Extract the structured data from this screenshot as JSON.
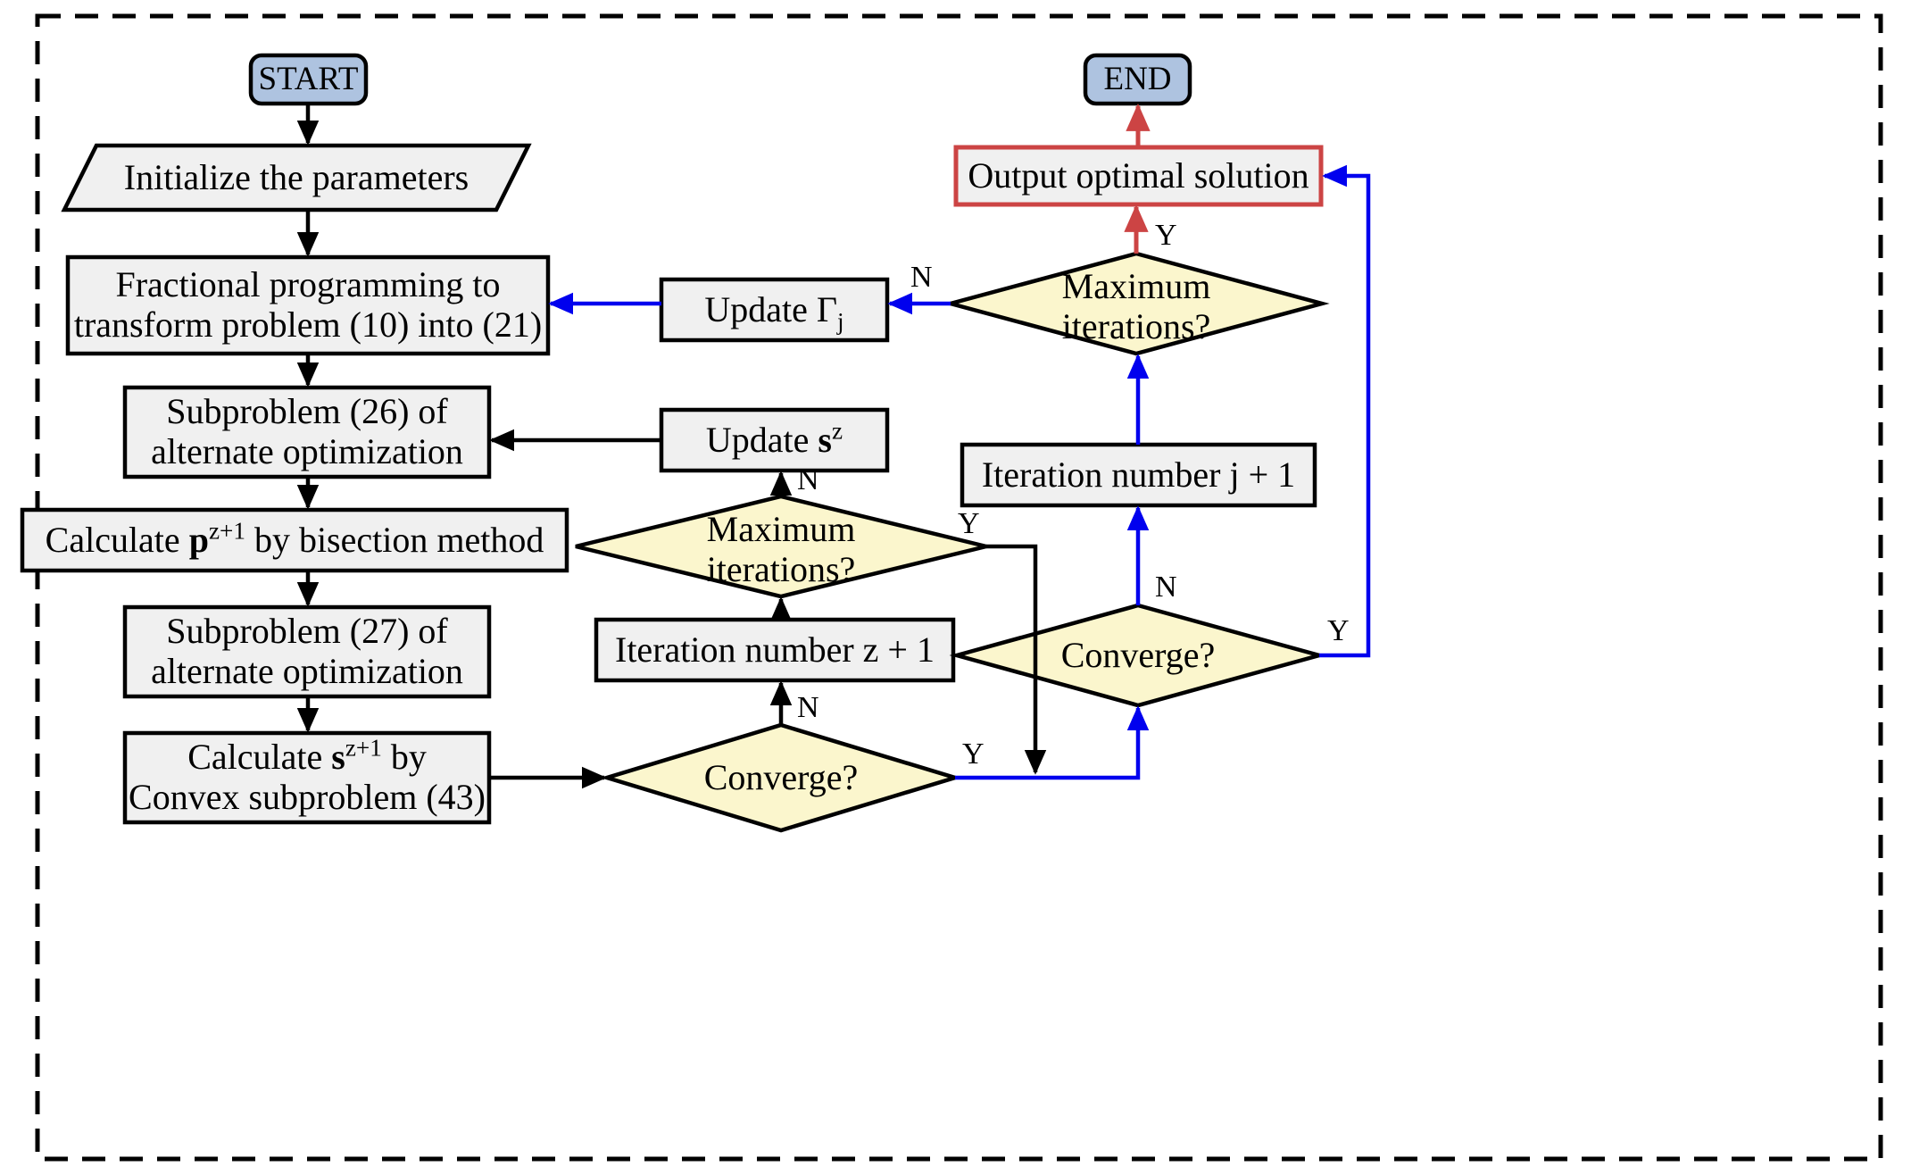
{
  "diagram": {
    "title": "Algorithm flowchart",
    "outer_border": "dashed",
    "colors": {
      "terminal_fill": "#aec3e0",
      "process_fill": "#f0f0f0",
      "decision_fill": "#fbf6cd",
      "stroke": "#000000",
      "accent_red": "#cc4444",
      "accent_blue": "#0000ee",
      "output_border": "#cc4444"
    },
    "nodes": {
      "start": {
        "label": "START",
        "shape": "rounded-terminal"
      },
      "init": {
        "label": "Initialize the parameters",
        "shape": "parallelogram"
      },
      "fractional": {
        "line1": "Fractional programming to",
        "line2": "transform problem (10) into (21)",
        "shape": "rect"
      },
      "subproblem26": {
        "line1": "Subproblem (26)  of",
        "line2": "alternate optimization",
        "shape": "rect"
      },
      "calc_p": {
        "pre": "Calculate ",
        "var": "p",
        "sup": "z+1",
        "post": " by bisection method",
        "shape": "rect"
      },
      "subproblem27": {
        "line1": "Subproblem (27)  of",
        "line2": "alternate optimization",
        "shape": "rect"
      },
      "calc_s": {
        "pre": "Calculate ",
        "var": "s",
        "sup": "z+1",
        "post": " by",
        "line2": "Convex subproblem (43)",
        "shape": "rect"
      },
      "converge_inner": {
        "label": "Converge?",
        "shape": "diamond"
      },
      "iter_z": {
        "label": "Iteration number z + 1",
        "shape": "rect"
      },
      "max_iter_inner": {
        "line1": "Maximum",
        "line2": "iterations?",
        "shape": "diamond"
      },
      "update_s": {
        "pre": "Update ",
        "var": "s",
        "sup": "z",
        "shape": "rect"
      },
      "update_gamma": {
        "pre": "Update ",
        "var": "Γ",
        "sub": "j",
        "shape": "rect"
      },
      "max_iter_outer": {
        "line1": "Maximum",
        "line2": "iterations?",
        "shape": "diamond"
      },
      "output": {
        "label": "Output optimal solution",
        "shape": "rect-highlight"
      },
      "end": {
        "label": "END",
        "shape": "rounded-terminal"
      },
      "iter_j": {
        "label": "Iteration number j + 1",
        "shape": "rect"
      },
      "converge_outer": {
        "label": "Converge?",
        "shape": "diamond"
      }
    },
    "edge_labels": {
      "converge_inner_no": "N",
      "converge_inner_yes": "Y",
      "max_iter_inner_no": "N",
      "max_iter_inner_yes": "Y",
      "max_iter_outer_no": "N",
      "max_iter_outer_yes": "Y",
      "converge_outer_no": "N",
      "converge_outer_yes": "Y"
    }
  }
}
